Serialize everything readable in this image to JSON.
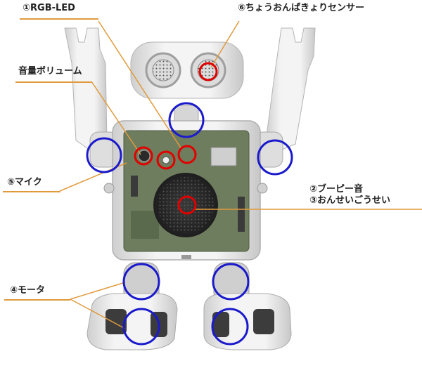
{
  "labels": {
    "led": "①RGB-LED",
    "ultrasonic": "⑥ちょうおんぱきょりセンサー",
    "volume": "音量ボリューム",
    "mic": "⑤マイク",
    "buzzer": "②ブーピー音",
    "voice": "③おんせいごうせい",
    "motor": "④モータ"
  },
  "colors": {
    "leader": "#e09a3c",
    "sensor_ring": "#e00000",
    "motor_ring": "#1a1acc",
    "robot_body": "#e8e8e8",
    "robot_shadow": "#bdbdbd",
    "pcb": "#6b7a5c"
  }
}
